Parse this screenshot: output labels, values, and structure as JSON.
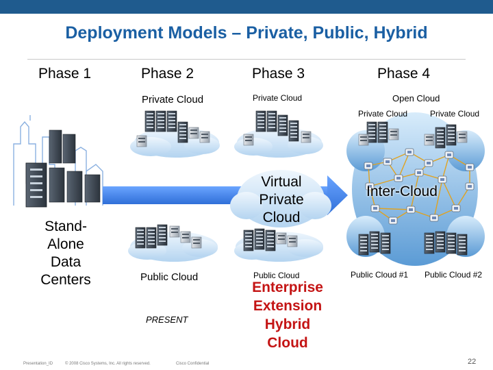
{
  "slide": {
    "title": "Deployment Models – Private, Public, Hybrid",
    "page_number": "22"
  },
  "phases": [
    {
      "label": "Phase 1"
    },
    {
      "label": "Phase 2"
    },
    {
      "label": "Phase 3"
    },
    {
      "label": "Phase 4"
    }
  ],
  "labels": {
    "standalone_line1": "Stand-",
    "standalone_line2": "Alone",
    "standalone_line3": "Data",
    "standalone_line4": "Centers",
    "phase2_private": "Private Cloud",
    "phase2_public": "Public Cloud",
    "present": "PRESENT",
    "phase3_private": "Private Cloud",
    "phase3_vpc_line1": "Virtual",
    "phase3_vpc_line2": "Private",
    "phase3_vpc_line3": "Cloud",
    "phase3_public": "Public Cloud",
    "ext_line1": "Enterprise",
    "ext_line2": "Extension",
    "ext_line3": "Hybrid",
    "ext_line4": "Cloud",
    "phase4_open": "Open Cloud",
    "phase4_private_a": "Private Cloud",
    "phase4_private_b": "Private Cloud",
    "phase4_intercloud": "Inter-Cloud",
    "phase4_public_1": "Public Cloud #1",
    "phase4_public_2": "Public Cloud #2"
  },
  "footer": {
    "left": "Presentation_ID",
    "copyright": "© 2008 Cisco Systems, Inc. All rights reserved.",
    "confidential": "Cisco Confidential"
  },
  "colors": {
    "title": "#1a5fa3",
    "top_bar": "#1f5b8e",
    "arrow": "#3f7fe0",
    "emphasis": "#c41414",
    "cloud": "#cfe3f5"
  }
}
